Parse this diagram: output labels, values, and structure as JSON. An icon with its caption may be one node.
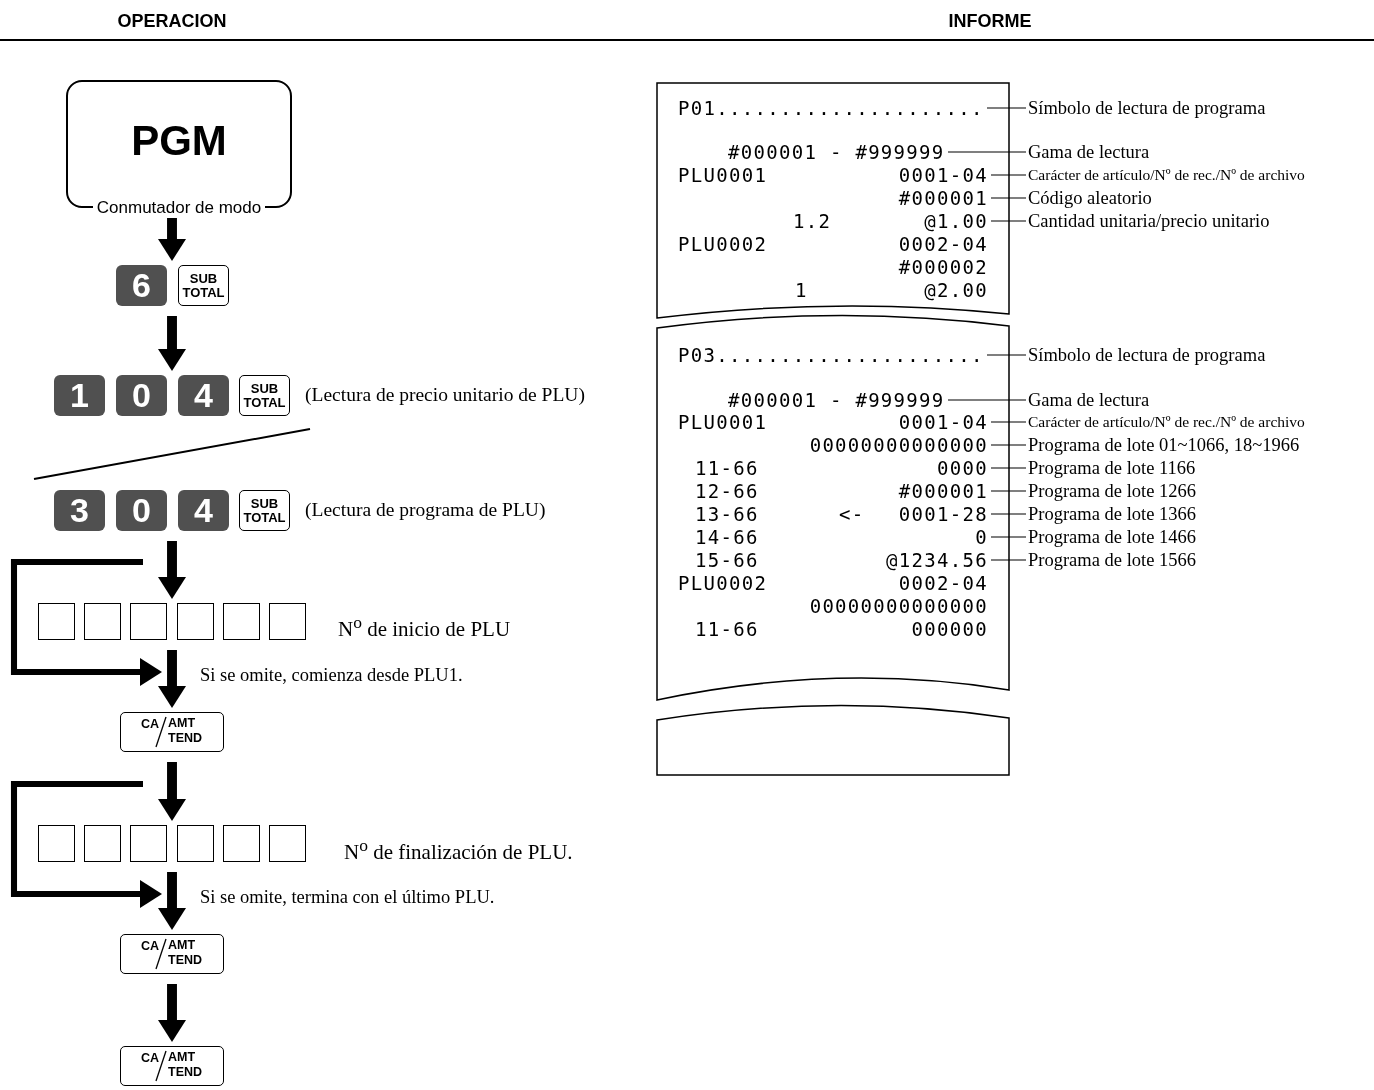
{
  "diagram": {
    "nodes": [
      {
        "text": [
          "PGM",
          "Conmutador de modo"
        ]
      },
      {
        "text": [
          "6"
        ]
      },
      {
        "text": [
          "SUB TOTAL"
        ]
      },
      {
        "text": [
          "1"
        ]
      },
      {
        "text": [
          "0"
        ]
      },
      {
        "text": [
          "4"
        ]
      },
      {
        "text": [
          "SUB TOTAL"
        ],
        "beside": [
          "(Lectura de precio unitario de PLU)"
        ]
      },
      {
        "text": [
          "3"
        ]
      },
      {
        "text": [
          "0"
        ]
      },
      {
        "text": [
          "4"
        ]
      },
      {
        "text": [
          "SUB TOTAL"
        ],
        "beside": [
          "(Lectura de programa de PLU)"
        ]
      },
      {
        "text": [],
        "shape": "box"
      },
      {
        "text": [],
        "shape": "box"
      },
      {
        "text": [],
        "shape": "box"
      },
      {
        "text": [],
        "shape": "box"
      },
      {
        "text": [],
        "shape": "box"
      },
      {
        "text": [],
        "shape": "box",
        "beside": [
          "N$^{o}$ de inicio de PLU"
        ]
      },
      {
        "text": [
          "CA",
          "AMT TEND"
        ]
      },
      {
        "text": [],
        "shape": "box"
      },
      {
        "text": [],
        "shape": "box"
      },
      {
        "text": [],
        "shape": "box"
      },
      {
        "text": [],
        "shape": "box"
      },
      {
        "text": [],
        "shape": "box"
      },
      {
        "text": [],
        "shape": "box",
        "beside": [
          "N$^{o}$ de finalización de PLU."
        ]
      },
      {
        "text": [
          "CA",
          "AMT TEND"
        ]
      },
      {
        "text": [
          "CA",
          "AMT TEND"
        ]
      },
      {
        "text": [],
        "shape": "box"
      },
      {
        "text": [
          "P01....................."
        ],
        "in": 26
      },
      {
        "text": [
          "#000001 - #999999"
        ],
        "in": 26
      },
      {
        "text": [
          "PLU0001",
          "0001-04"
        ],
        "in": 26
      },
      {
        "text": [
          "#000001"
        ],
        "in": 26
      },
      {
        "text": [
          "1.2",
          "@1.00"
        ],
        "in": 26
      },
      {
        "text": [
          "PLU0002",
          "0002-04"
        ],
        "in": 26
      },
      {
        "text": [
          "#000002"
        ],
        "in": 26
      },
      {
        "text": [
          "1",
          "@2.00"
        ],
        "in": 26
      },
      {
        "text": [],
        "shape": "box"
      },
      {
        "text": [
          "P03....................."
        ],
        "in": 35
      },
      {
        "text": [
          "#000001 - #999999"
        ],
        "in": 35
      },
      {
        "text": [
          "PLU0001",
          "0001-04"
        ],
        "in": 35
      },
      {
        "text": [
          "00000000000000"
        ],
        "in": 35
      },
      {
        "text": [
          "11-66",
          "0000"
        ],
        "in": 35
      },
      {
        "text": [
          "12-66",
          "#000001"
        ],
        "in": 35
      },
      {
        "text": [
          "13-66",
          "<-",
          "0001-28"
        ],
        "in": 35
      },
      {
        "text": [
          "14-66",
          "0"
        ],
        "in": 35
      },
      {
        "text": [
          "15-66",
          "@1234.56"
        ],
        "in": 35
      },
      {
        "text": [
          "PLU0002",
          "0002-04"
        ],
        "in": 35
      },
      {
        "text": [
          "00000000000000"
        ],
        "in": 35
      },
      {
        "text": [
          "11-66",
          "000000"
        ],
        "in": 35
      },
      {
        "text": [],
        "shape": "box"
      },
      {
        "text": [
          "Símbolo de lectura de programa"
        ]
      },
      {
        "text": [
          "Gama de lectura"
        ]
      },
      {
        "text": [
          "Carácter de artículo/Nº de rec./Nº de archivo"
        ]
      },
      {
        "text": [
          "Código aleatorio"
        ]
      },
      {
        "text": [
          "Cantidad unitaria/precio unitario"
        ]
      },
      {
        "text": [
          "Símbolo de lectura de programa"
        ]
      },
      {
        "text": [
          "Gama de lectura"
        ]
      },
      {
        "text": [
          "Carácter de artículo/Nº de rec./Nº de archivo"
        ]
      },
      {
        "text": [
          "Programa de lote 01~1066, 18~1966"
        ]
      },
      {
        "text": [
          "Programa de lote 1166"
        ]
      },
      {
        "text": [
          "Programa de lote 1266"
        ]
      },
      {
        "text": [
          "Programa de lote 1366"
        ]
      },
      {
        "text": [
          "Programa de lote 1466"
        ]
      },
      {
        "text": [
          "Programa de lote 1566"
        ]
      }
    ],
    "edges": [
      {
        "from": 0,
        "to": 1,
        "arrow": "to",
        "style": "thick"
      },
      {
        "from": 2,
        "to": 4,
        "arrow": "to",
        "style": "thick"
      },
      {
        "from": 8,
        "to": 13,
        "arrow": "to",
        "style": "thick"
      },
      {
        "from": 13,
        "to": 17,
        "arrow": "to",
        "style": "thick"
      },
      {
        "from": null,
        "to": 17,
        "arrow": "to",
        "style": "thick"
      },
      {
        "from": 17,
        "to": 20,
        "arrow": "to",
        "style": "thick"
      },
      {
        "from": 20,
        "to": 24,
        "arrow": "to",
        "style": "thick"
      },
      {
        "from": null,
        "to": 24,
        "arrow": "to",
        "style": "thick"
      },
      {
        "from": 24,
        "to": 25,
        "arrow": "to",
        "style": "thick"
      },
      {
        "from": 49,
        "to": 27,
        "arrow": "none"
      },
      {
        "from": 50,
        "to": 28,
        "arrow": "none"
      },
      {
        "from": 51,
        "to": 29,
        "arrow": "none"
      },
      {
        "from": 52,
        "to": 30,
        "arrow": "none"
      },
      {
        "from": 53,
        "to": 31,
        "arrow": "none"
      },
      {
        "from": 54,
        "to": 36,
        "arrow": "none"
      },
      {
        "from": 55,
        "to": 37,
        "arrow": "none"
      },
      {
        "from": 56,
        "to": 38,
        "arrow": "none"
      },
      {
        "from": 57,
        "to": 39,
        "arrow": "none"
      },
      {
        "from": 58,
        "to": 40,
        "arrow": "none"
      },
      {
        "from": 59,
        "to": 41,
        "arrow": "none"
      },
      {
        "from": 60,
        "to": 42,
        "arrow": "none"
      },
      {
        "from": 61,
        "to": 43,
        "arrow": "none"
      },
      {
        "from": 62,
        "to": 44,
        "arrow": "none"
      }
    ],
    "labels": [
      "OPERACION",
      "INFORME",
      "Si se omite, comienza desde PLU1.",
      "Si se omite, termina con el último PLU."
    ]
  }
}
